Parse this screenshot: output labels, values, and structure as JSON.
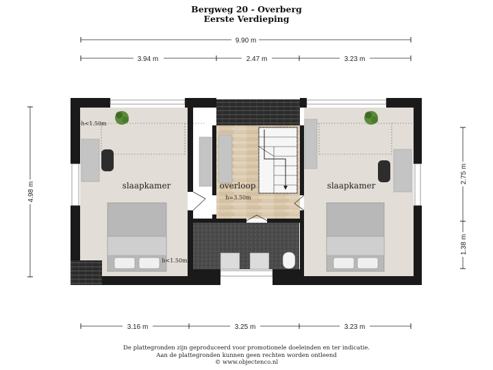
{
  "header": {
    "address": "Bergweg 20 - Overberg",
    "floor": "Eerste Verdieping"
  },
  "dimensions": {
    "total_width": "9.90 m",
    "top": [
      "3.94 m",
      "2.47 m",
      "3.23 m"
    ],
    "bottom": [
      "3.16 m",
      "3.25 m",
      "3.23 m"
    ],
    "left": "4.98 m",
    "right": [
      "2.75 m",
      "1.38 m"
    ]
  },
  "rooms": {
    "left_bedroom": "slaapkamer",
    "right_bedroom": "slaapkamer",
    "landing": "overloop",
    "landing_height": "h=3.50m",
    "slope_top_left": "h<1.50m",
    "slope_bottom_left": "h<1.50m"
  },
  "footer": {
    "line1": "De plattegronden zijn geproduceerd voor promotionele doeleinden en ter indicatie.",
    "line2": "Aan de plattegronden kunnen geen rechten worden ontleend",
    "line3": "© www.objectenco.nl"
  },
  "colors": {
    "wall": "#1a1a1a",
    "carpet": "#e2ddd7",
    "floor_wood": "#d9c8ad",
    "bathroom_floor": "#4a4a4a",
    "roof_tile": "#2b2b2b"
  }
}
